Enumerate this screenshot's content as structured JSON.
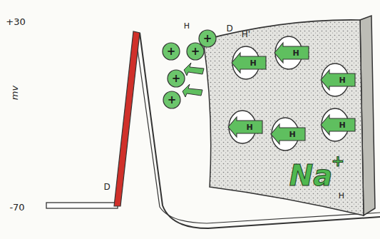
{
  "diagram": {
    "labels": [
      "+30",
      "mv",
      "-70",
      "D",
      "H",
      "D",
      "H'",
      "H",
      "H",
      "H",
      "H",
      "H",
      "H",
      "Na",
      "+",
      "H",
      "+",
      "+",
      "+",
      "+",
      "+"
    ]
  }
}
